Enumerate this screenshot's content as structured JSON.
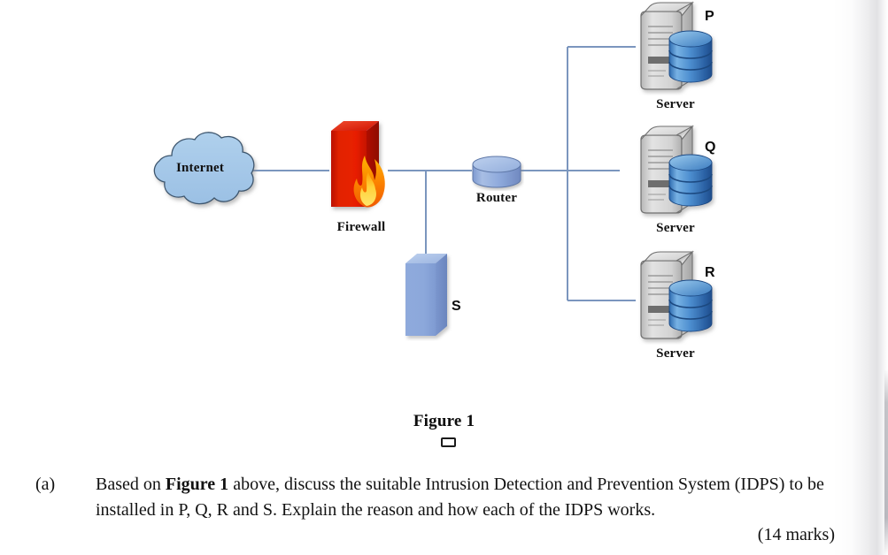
{
  "figure": {
    "caption": "Figure 1",
    "nodes": {
      "internet": {
        "label": "Internet",
        "icon": "cloud-icon",
        "color": "#A6C9E8"
      },
      "firewall": {
        "label": "Firewall",
        "icon": "firewall-brick-flame-icon",
        "color": "#D81E05"
      },
      "router": {
        "label": "Router",
        "icon": "router-cylinder-icon",
        "color": "#8FAADC"
      },
      "device_s": {
        "label": "",
        "tag": "S",
        "icon": "appliance-box-icon",
        "color": "#8FAADC"
      },
      "server_p": {
        "label": "Server",
        "tag": "P",
        "icon": "server-database-icon"
      },
      "server_q": {
        "label": "Server",
        "tag": "Q",
        "icon": "server-database-icon"
      },
      "server_r": {
        "label": "Server",
        "tag": "R",
        "icon": "server-database-icon"
      }
    },
    "link_color": "#7B96BE"
  },
  "question": {
    "marker": "(a)",
    "text_part1": "Based on ",
    "text_bold": "Figure 1",
    "text_part2": " above, discuss the suitable Intrusion Detection and Prevention System (IDPS) to be installed in P, Q, R and S. Explain the reason and how each of the IDPS works.",
    "marks": "(14 marks)"
  }
}
